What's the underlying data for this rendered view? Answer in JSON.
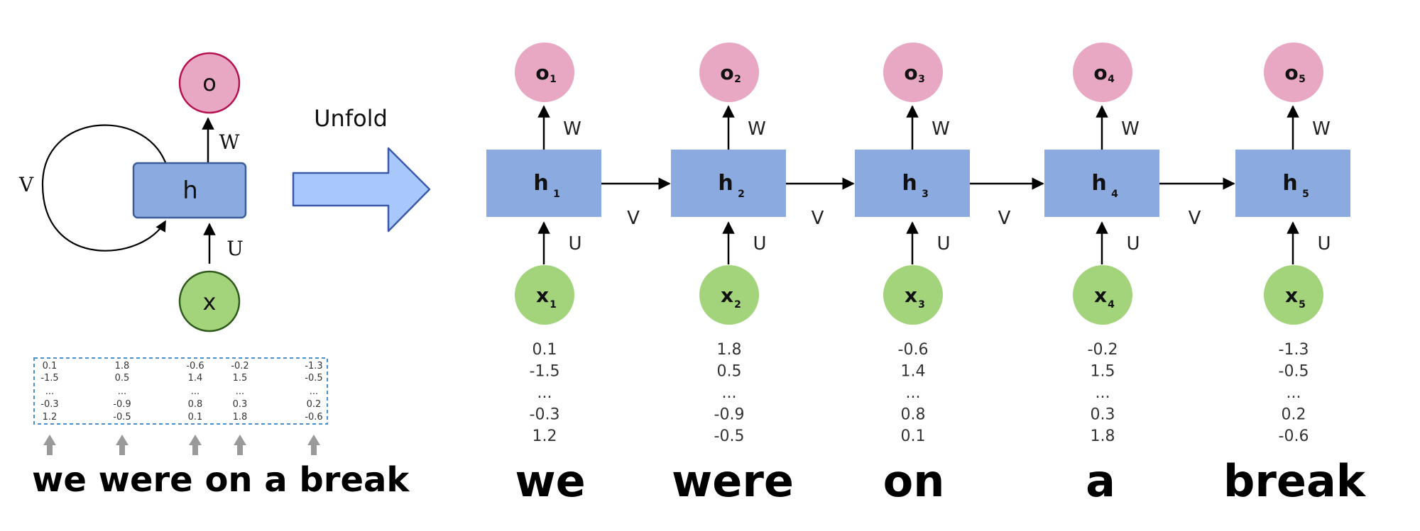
{
  "folded": {
    "output_label": "o",
    "hidden_label": "h",
    "input_label": "x",
    "weight_out": "W",
    "weight_in": "U",
    "weight_recurrent": "V"
  },
  "unfold_label": "Unfold",
  "embedding_columns": [
    [
      "0.1",
      "-1.5",
      "...",
      "-0.3",
      "1.2"
    ],
    [
      "1.8",
      "0.5",
      "...",
      "-0.9",
      "-0.5"
    ],
    [
      "-0.6",
      "1.4",
      "...",
      "0.8",
      "0.1"
    ],
    [
      "-0.2",
      "1.5",
      "...",
      "0.3",
      "1.8"
    ],
    [
      "-1.3",
      "-0.5",
      "...",
      "0.2",
      "-0.6"
    ]
  ],
  "sentence": "we were on a break",
  "steps": [
    {
      "output": "o",
      "out_sub": "1",
      "hidden": "h",
      "hid_sub": "1",
      "input": "x",
      "in_sub": "1",
      "word": "we"
    },
    {
      "output": "o",
      "out_sub": "2",
      "hidden": "h",
      "hid_sub": "2",
      "input": "x",
      "in_sub": "2",
      "word": "were"
    },
    {
      "output": "o",
      "out_sub": "3",
      "hidden": "h",
      "hid_sub": "3",
      "input": "x",
      "in_sub": "3",
      "word": "on"
    },
    {
      "output": "o",
      "out_sub": "4",
      "hidden": "h",
      "hid_sub": "4",
      "input": "x",
      "in_sub": "4",
      "word": "a"
    },
    {
      "output": "o",
      "out_sub": "5",
      "hidden": "h",
      "hid_sub": "5",
      "input": "x",
      "in_sub": "5",
      "word": "break"
    }
  ],
  "weights": {
    "W": "W",
    "U": "U",
    "V": "V"
  },
  "colors": {
    "output_fill": "#e8a7c2",
    "output_stroke": "#b5124f",
    "hidden_fill": "#8aaae0",
    "hidden_stroke": "#3d5c9a",
    "input_fill": "#a3d47c",
    "input_stroke": "#2f5a1c",
    "unfold_arrow_fill": "#a8c8fb",
    "unfold_arrow_stroke": "#3a5aa8",
    "dashed_box": "#4a8fd0",
    "small_arrow": "#9a9a9a"
  }
}
